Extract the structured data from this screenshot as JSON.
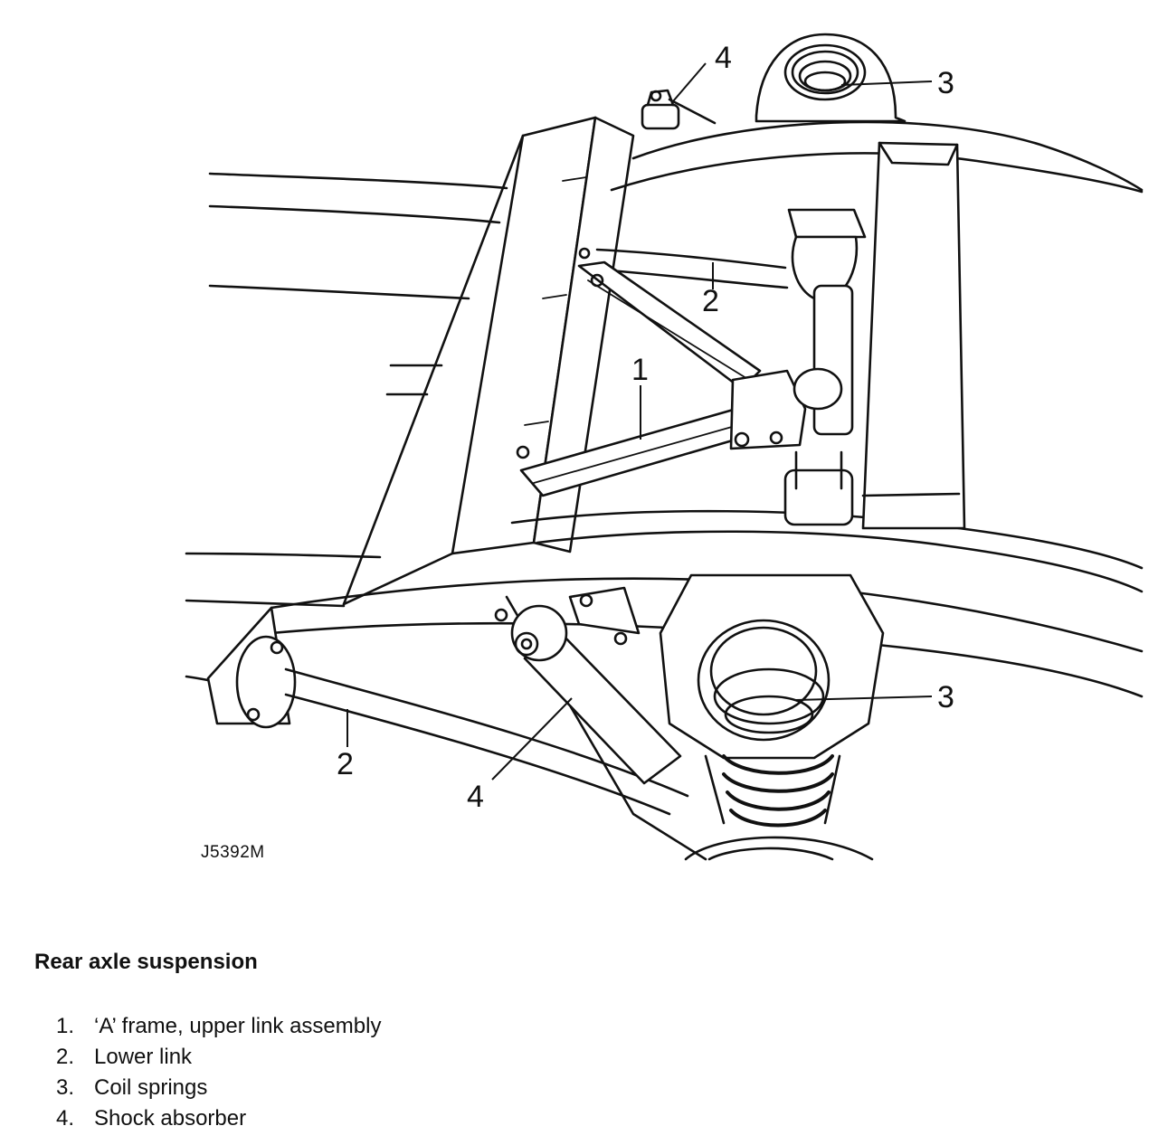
{
  "diagram": {
    "figure_code": "J5392M",
    "callouts": {
      "a_frame": "1",
      "lower_link_upper": "2",
      "lower_link_lower": "2",
      "coil_spring_top": "3",
      "coil_spring_bottom": "3",
      "shock_top": "4",
      "shock_bottom": "4"
    }
  },
  "caption": {
    "title": "Rear axle suspension",
    "items": [
      {
        "number": "1.",
        "label": "‘A’ frame, upper link assembly"
      },
      {
        "number": "2.",
        "label": "Lower link"
      },
      {
        "number": "3.",
        "label": "Coil springs"
      },
      {
        "number": "4.",
        "label": "Shock absorber"
      }
    ]
  }
}
